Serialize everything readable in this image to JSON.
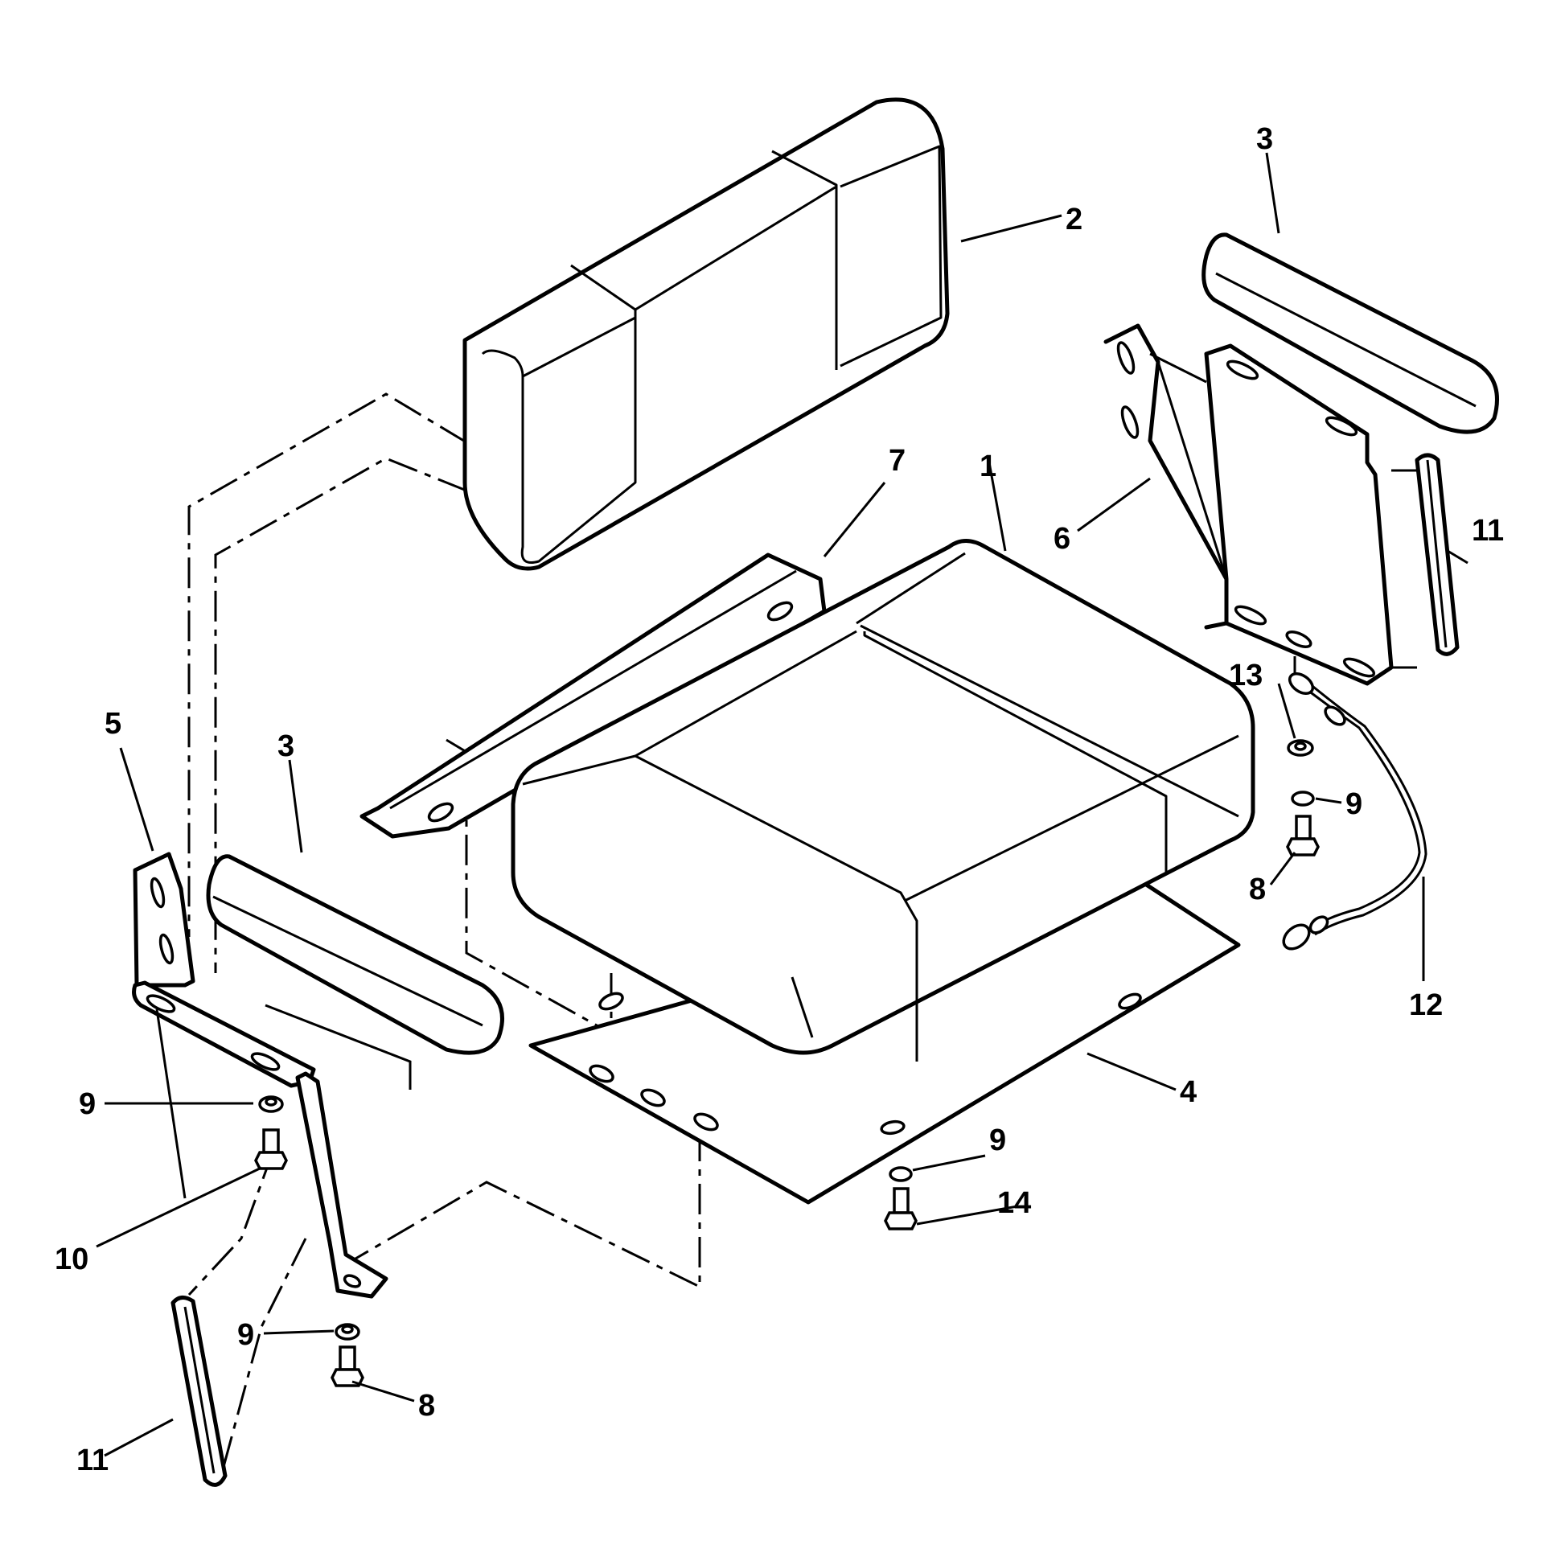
{
  "callouts": {
    "seat_cushion": "1",
    "backrest": "2",
    "armrest_right": "3",
    "armrest_left": "3",
    "base_plate": "4",
    "bracket_left": "5",
    "bracket_right": "6",
    "support_bar": "7",
    "bolt_left": "8",
    "bolt_right": "8",
    "washer_left_upper": "9",
    "washer_left_lower": "9",
    "washer_right": "9",
    "washer_base": "9",
    "nut_left": "10",
    "tube_right": "11",
    "tube_left": "11",
    "cable": "12",
    "flat_washer": "13",
    "screw_base": "14"
  }
}
